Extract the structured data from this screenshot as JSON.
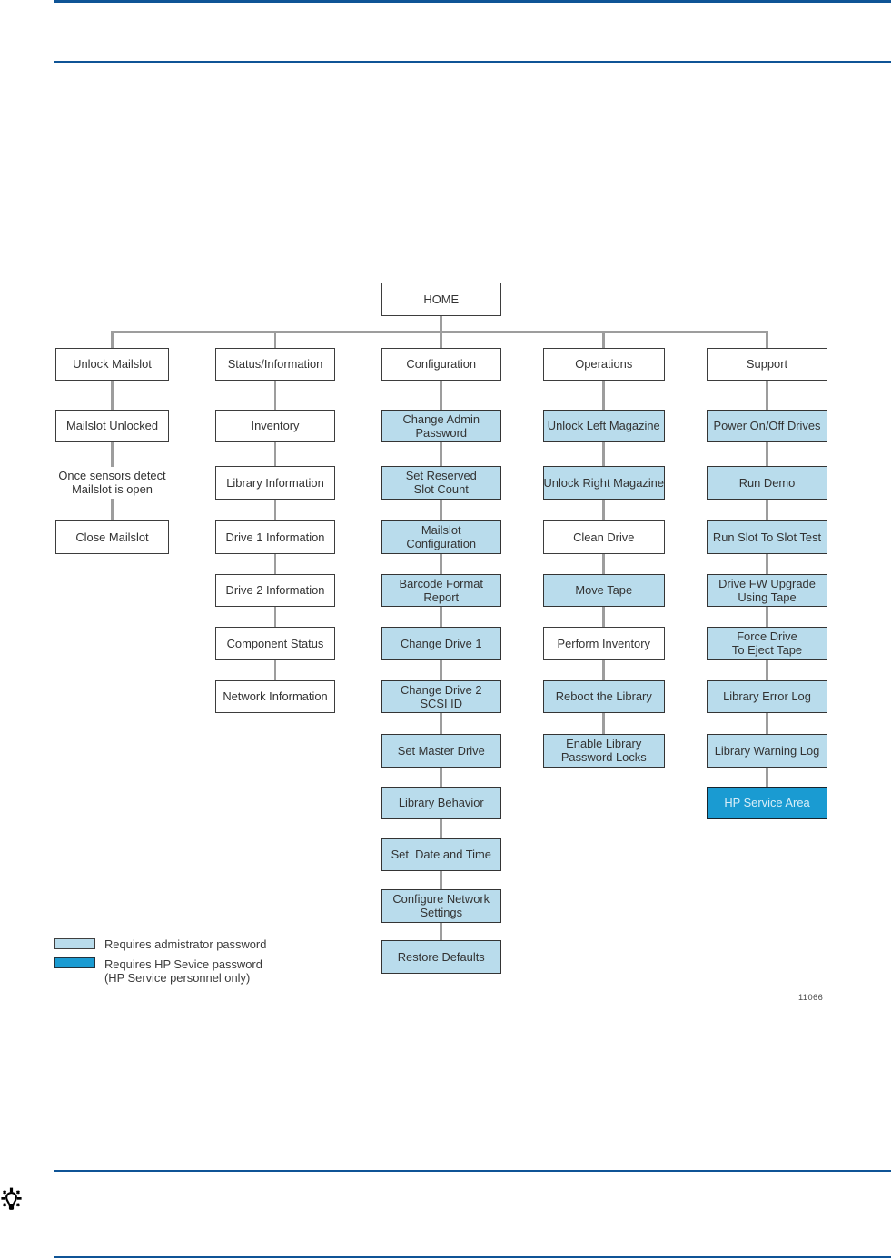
{
  "page": {
    "kind": "HP tape library manual page"
  },
  "diagram": {
    "home": {
      "label": "HOME"
    },
    "columns": [
      {
        "name": "unlock-mailslot",
        "nodes": [
          {
            "label": "Unlock Mailslot",
            "style": "plain"
          },
          {
            "label": "Mailslot Unlocked",
            "style": "plain"
          },
          {
            "label": "Once sensors detect\nMailslot is open",
            "style": "text"
          },
          {
            "label": "Close Mailslot",
            "style": "plain"
          }
        ]
      },
      {
        "name": "status-information",
        "nodes": [
          {
            "label": "Status/Information",
            "style": "plain"
          },
          {
            "label": "Inventory",
            "style": "plain"
          },
          {
            "label": "Library Information",
            "style": "plain"
          },
          {
            "label": "Drive 1 Information",
            "style": "plain"
          },
          {
            "label": "Drive 2 Information",
            "style": "plain"
          },
          {
            "label": "Component Status",
            "style": "plain"
          },
          {
            "label": "Network Information",
            "style": "plain"
          }
        ]
      },
      {
        "name": "configuration",
        "nodes": [
          {
            "label": "Configuration",
            "style": "plain"
          },
          {
            "label": "Change Admin\nPassword",
            "style": "admin"
          },
          {
            "label": "Set Reserved\nSlot Count",
            "style": "admin"
          },
          {
            "label": "Mailslot\nConfiguration",
            "style": "admin"
          },
          {
            "label": "Barcode Format\nReport",
            "style": "admin"
          },
          {
            "label": "Change Drive 1",
            "style": "admin"
          },
          {
            "label": "Change Drive 2\nSCSI ID",
            "style": "admin"
          },
          {
            "label": "Set Master Drive",
            "style": "admin"
          },
          {
            "label": "Library Behavior",
            "style": "admin"
          },
          {
            "label": "Set  Date and Time",
            "style": "admin"
          },
          {
            "label": "Configure Network\nSettings",
            "style": "admin"
          },
          {
            "label": "Restore Defaults",
            "style": "admin"
          }
        ]
      },
      {
        "name": "operations",
        "nodes": [
          {
            "label": "Operations",
            "style": "plain"
          },
          {
            "label": "Unlock Left Magazine",
            "style": "admin"
          },
          {
            "label": "Unlock Right Magazine",
            "style": "admin"
          },
          {
            "label": "Clean Drive",
            "style": "plain"
          },
          {
            "label": "Move Tape",
            "style": "admin"
          },
          {
            "label": "Perform Inventory",
            "style": "plain"
          },
          {
            "label": "Reboot the Library",
            "style": "admin"
          },
          {
            "label": "Enable Library\nPassword Locks",
            "style": "admin"
          }
        ]
      },
      {
        "name": "support",
        "nodes": [
          {
            "label": "Support",
            "style": "plain"
          },
          {
            "label": "Power On/Off Drives",
            "style": "admin"
          },
          {
            "label": "Run Demo",
            "style": "admin"
          },
          {
            "label": "Run Slot To Slot Test",
            "style": "admin"
          },
          {
            "label": "Drive FW Upgrade\nUsing Tape",
            "style": "admin"
          },
          {
            "label": "Force Drive\nTo Eject Tape",
            "style": "admin"
          },
          {
            "label": "Library Error Log",
            "style": "admin"
          },
          {
            "label": "Library Warning Log",
            "style": "admin"
          },
          {
            "label": "HP Service Area",
            "style": "service"
          }
        ]
      }
    ]
  },
  "legend": {
    "items": [
      {
        "style": "admin",
        "label": "Requires admistrator password"
      },
      {
        "style": "service",
        "label": "Requires HP Sevice password\n(HP Service personnel only)"
      }
    ]
  },
  "figure_number": "11066",
  "icons": {
    "tip": "lightbulb-icon"
  },
  "colors": {
    "rule_blue": "#0f5496",
    "admin_fill": "#b9dcec",
    "service_fill": "#1a9bd2",
    "connector_gray": "#9d9d9d",
    "box_border": "#3d3d3d"
  }
}
